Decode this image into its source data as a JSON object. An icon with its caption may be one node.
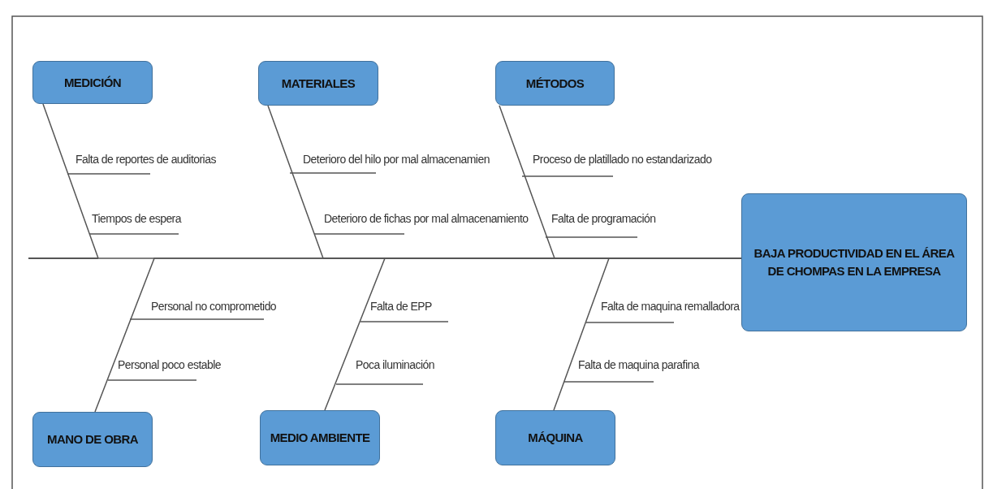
{
  "diagram": {
    "nodes": [
      {
        "text": [
          "MEDICIÓN"
        ]
      },
      {
        "text": [
          "MATERIALES"
        ]
      },
      {
        "text": [
          "MÉTODOS"
        ]
      },
      {
        "text": [
          "BAJA PRODUCTIVIDAD EN EL ÁREA DE CHOMPAS EN LA EMPRESA"
        ]
      },
      {
        "text": [
          "MANO DE OBRA"
        ]
      },
      {
        "text": [
          "MEDIO AMBIENTE"
        ]
      },
      {
        "text": [
          "MÁQUINA"
        ]
      }
    ],
    "edges": [
      {
        "from": 0,
        "to": 3,
        "arrow": "none"
      },
      {
        "from": 1,
        "to": 3,
        "arrow": "none"
      },
      {
        "from": 2,
        "to": 3,
        "arrow": "none"
      },
      {
        "from": 4,
        "to": 3,
        "arrow": "none"
      },
      {
        "from": 5,
        "to": 3,
        "arrow": "none"
      },
      {
        "from": 6,
        "to": 3,
        "arrow": "none"
      }
    ],
    "labels": [
      "Falta de reportes de auditorias",
      "Deterioro del hilo por mal almacenamien",
      "Proceso de platillado no estandarizado",
      "Tiempos de espera",
      "Deterioro de fichas por mal almacenamiento",
      "Falta de programación",
      "Personal no comprometido",
      "Falta de EPP",
      "Falta de maquina remalladora",
      "Personal poco estable",
      "Poca iluminación",
      "Falta de maquina parafina"
    ]
  }
}
